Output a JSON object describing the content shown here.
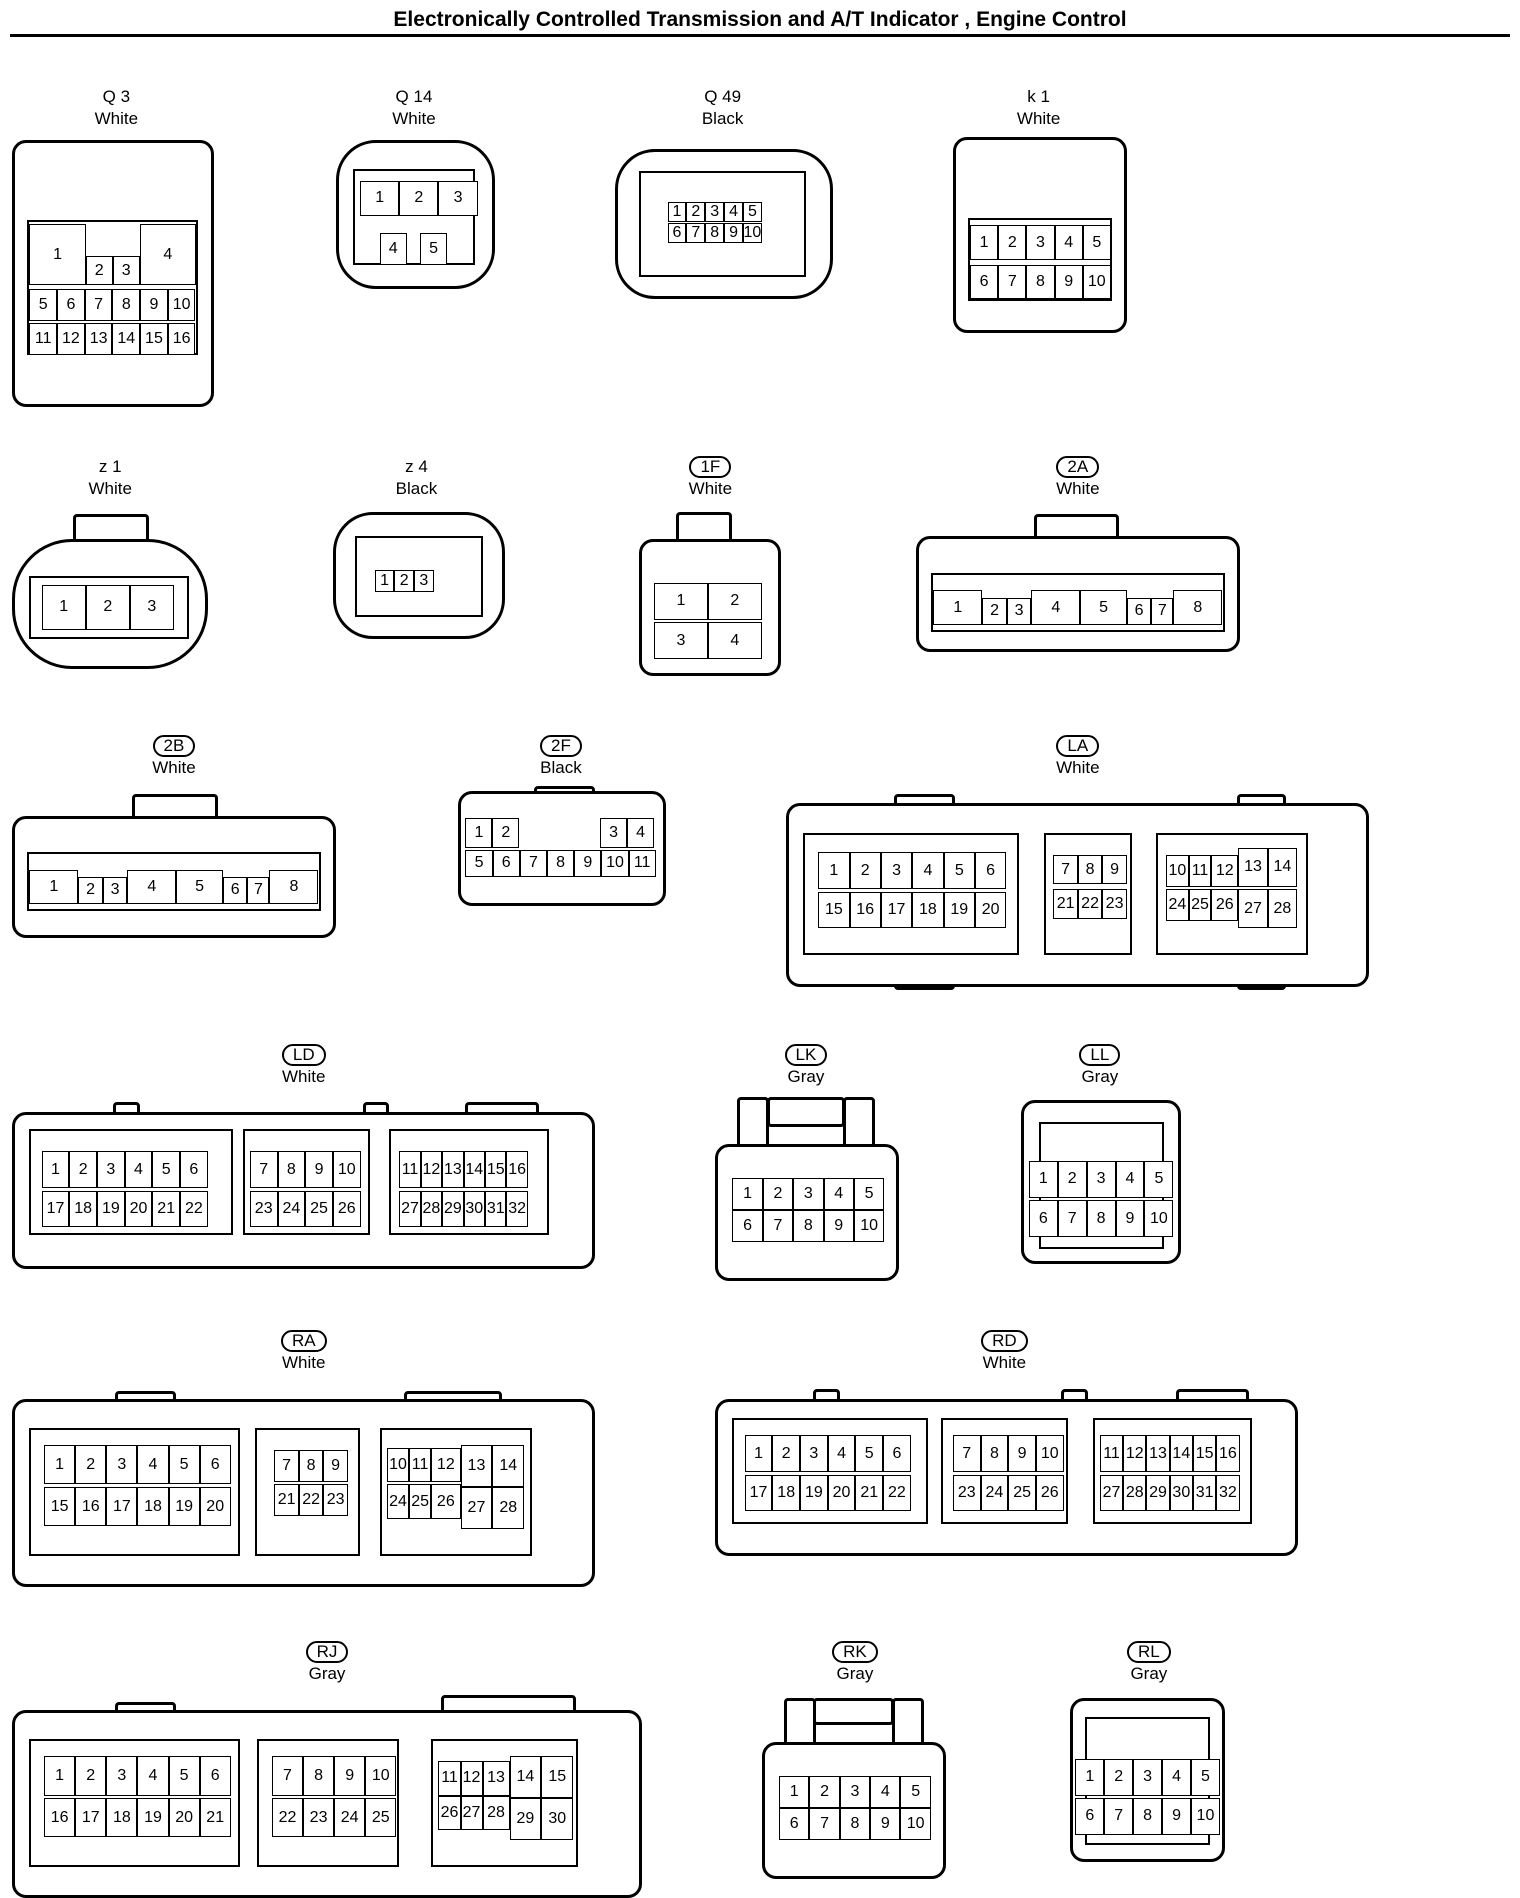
{
  "title": "Electronically Controlled Transmission and A/T Indicator , Engine Control",
  "connectors": [
    {
      "id": "Q 3",
      "color": "White"
    },
    {
      "id": "Q 14",
      "color": "White"
    },
    {
      "id": "Q 49",
      "color": "Black"
    },
    {
      "id": "k 1",
      "color": "White"
    },
    {
      "id": "z 1",
      "color": "White"
    },
    {
      "id": "z 4",
      "color": "Black"
    },
    {
      "id": "1F",
      "color": "White"
    },
    {
      "id": "2A",
      "color": "White"
    },
    {
      "id": "2B",
      "color": "White"
    },
    {
      "id": "2F",
      "color": "Black"
    },
    {
      "id": "LA",
      "color": "White"
    },
    {
      "id": "LD",
      "color": "White"
    },
    {
      "id": "LK",
      "color": "Gray"
    },
    {
      "id": "LL",
      "color": "Gray"
    },
    {
      "id": "RA",
      "color": "White"
    },
    {
      "id": "RD",
      "color": "White"
    },
    {
      "id": "RJ",
      "color": "Gray"
    },
    {
      "id": "RK",
      "color": "Gray"
    },
    {
      "id": "RL",
      "color": "Gray"
    }
  ]
}
